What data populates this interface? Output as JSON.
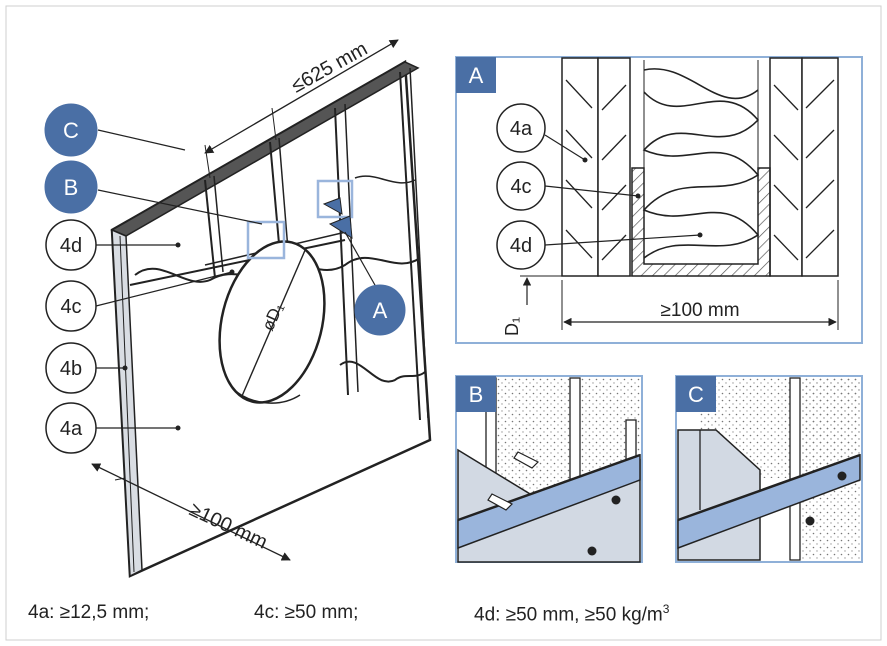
{
  "main_view": {
    "dim_top": "≤625 mm",
    "dim_bottom": "≥100 mm",
    "diameter": "øD₁",
    "callouts": {
      "c": "C",
      "b": "B",
      "a": "A",
      "l4d": "4d",
      "l4c": "4c",
      "l4b": "4b",
      "l4a": "4a"
    }
  },
  "detail_a": {
    "tag": "A",
    "labels": {
      "l4a": "4a",
      "l4c": "4c",
      "l4d": "4d"
    },
    "d1": "D₁",
    "dim": "≥100 mm"
  },
  "detail_b": {
    "tag": "B"
  },
  "detail_c": {
    "tag": "C"
  },
  "legend": {
    "l4a": "4a: ≥12,5 mm;",
    "l4c": "4c: ≥50 mm;",
    "l4d_text": "4d: ≥50 mm, ≥50 kg/m",
    "l4d_sup": "3"
  },
  "colors": {
    "blue": "#4a6fa5",
    "panel_border": "#8fb0d8",
    "board": "#d2d9e3",
    "box": "#9ab5dc"
  }
}
